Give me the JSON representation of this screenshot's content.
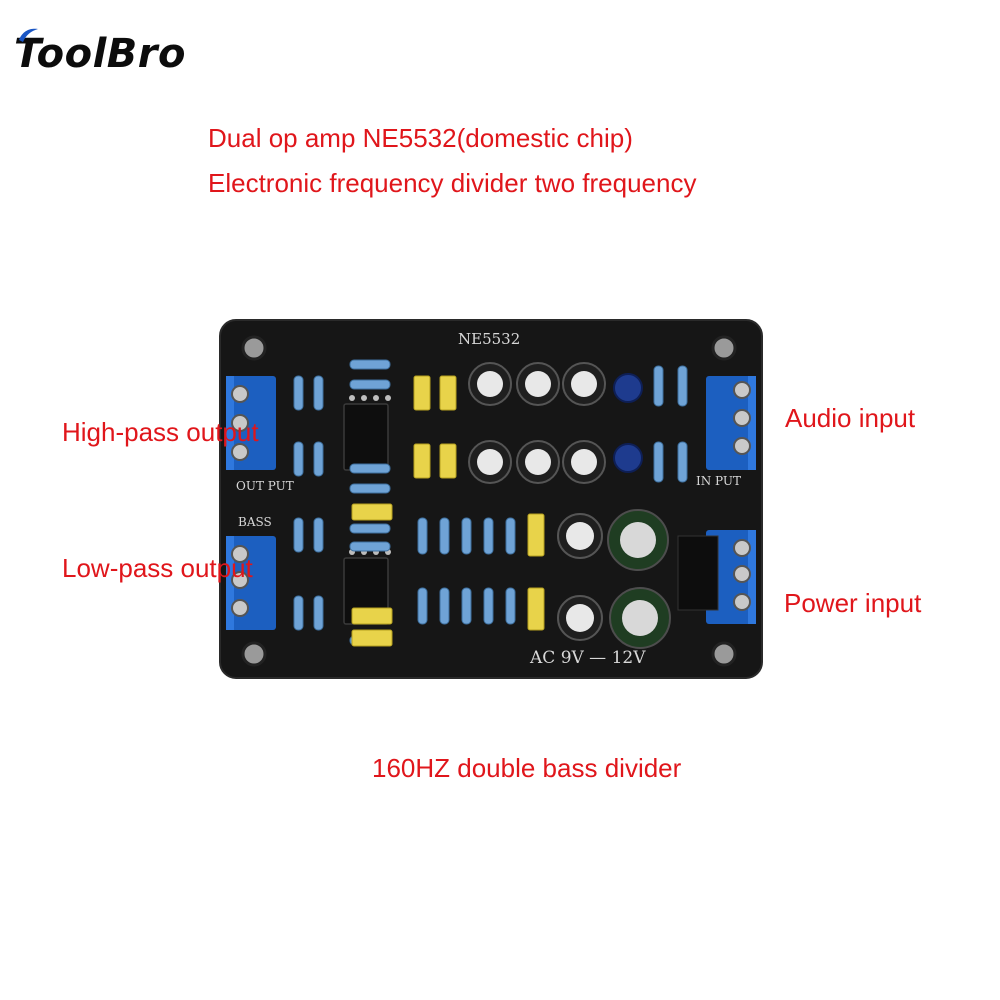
{
  "brand": {
    "logo_text": "ToolBro",
    "logo_accent_color": "#1a56c4"
  },
  "headline": {
    "line1": "Dual op amp NE5532(domestic chip)",
    "line2": "Electronic frequency divider two frequency"
  },
  "callouts": {
    "high_pass": "High-pass output",
    "low_pass": "Low-pass output",
    "audio_input": "Audio input",
    "power_input": "Power input"
  },
  "footer_caption": "160HZ double bass divider",
  "board": {
    "chip_marking": "NE5532",
    "silk_output": "OUT PUT",
    "silk_bass": "BASS",
    "silk_input": "IN PUT",
    "silk_voltage": "AC 9V — 12V"
  },
  "colors": {
    "caption_red": "#e0161b",
    "pcb_black": "#161616",
    "terminal_blue": "#1c5fc0",
    "capacitor_yellow": "#e8d34a"
  }
}
